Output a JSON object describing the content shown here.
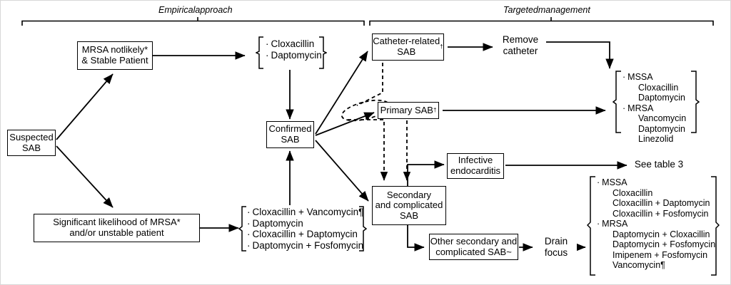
{
  "figure": {
    "top_labels": {
      "empirical": "Empiricalapproach",
      "targeted": "Targetedmanagement"
    },
    "nodes": {
      "suspected_sab": "Suspected\nSAB",
      "mrsa_not_likely": "MRSA notlikely*\n& Stable Patient",
      "significant_likelihood": "Significant likelihood of MRSA*\nand/or unstable patient",
      "confirmed_sab": "Confirmed\nSAB",
      "catheter_related_sab": "Catheter-related\nSAB",
      "catheter_related_sab_sup": "†",
      "primary_sab": "Primary SAB",
      "primary_sab_sup": "†",
      "remove_catheter": "Remove\ncatheter",
      "infective_endocarditis": "Infective\nendocarditis",
      "secondary_complicated_sab": "Secondary\nand complicated\nSAB",
      "other_secondary": "Other secondary and\ncomplicated SAB~",
      "drain_focus": "Drain\nfocus",
      "see_table_3": "See table 3"
    },
    "empiric_simple_options": [
      "Cloxacillin",
      "Daptomycin"
    ],
    "empiric_broad_options": [
      "Cloxacillin + Vancomycin¶",
      "Daptomycin",
      "Cloxacillin + Daptomycin",
      "Daptomycin + Fosfomycin"
    ],
    "targeted_uncomplicated": {
      "mssa_header": "MSSA",
      "mssa_drugs": [
        "Cloxacillin",
        "Daptomycin"
      ],
      "mrsa_header": "MRSA",
      "mrsa_drugs": [
        "Vancomycin",
        "Daptomycin",
        "Linezolid"
      ]
    },
    "targeted_complicated": {
      "mssa_header": "MSSA",
      "mssa_drugs": [
        "Cloxacillin",
        "Cloxacillin + Daptomycin",
        "Cloxacillin + Fosfomycin"
      ],
      "mrsa_header": "MRSA",
      "mrsa_drugs": [
        "Daptomycin + Cloxacillin",
        "Daptomycin + Fosfomycin",
        "Imipenem + Fosfomycin",
        "Vancomycin¶"
      ]
    },
    "colors": {
      "line": "#000000",
      "background": "#ffffff",
      "box_border": "#000000"
    }
  }
}
